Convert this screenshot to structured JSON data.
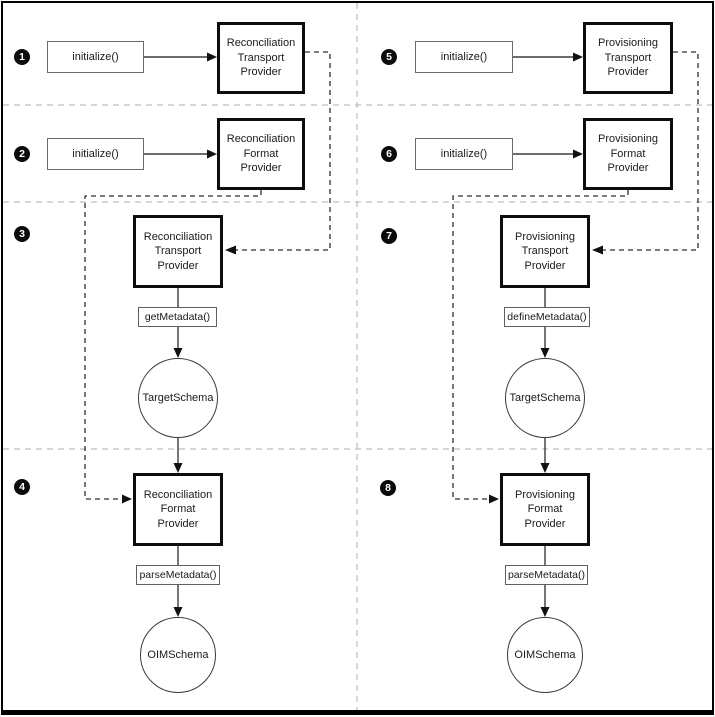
{
  "badges": [
    "1",
    "2",
    "3",
    "4",
    "5",
    "6",
    "7",
    "8"
  ],
  "boxes": {
    "recon_transport": "Reconciliation\nTransport\nProvider",
    "recon_format": "Reconciliation\nFormat\nProvider",
    "prov_transport": "Provisioning\nTransport\nProvider",
    "prov_format": "Provisioning\nFormat\nProvider"
  },
  "calls": {
    "initialize": "initialize()",
    "get_metadata": "getMetadata()",
    "define_metadata": "defineMetadata()",
    "parse_metadata": "parseMetadata()"
  },
  "schemas": {
    "target": "TargetSchema",
    "oim": "OIMSchema"
  },
  "colors": {
    "solid_line": "#3c3c3c",
    "dashed_connector": "#2e2e2e",
    "divider": "#bfbfbf",
    "arrowhead": "#111111",
    "thick_border": "#0d0d0d",
    "badge_bg": "#0b0b0b"
  }
}
